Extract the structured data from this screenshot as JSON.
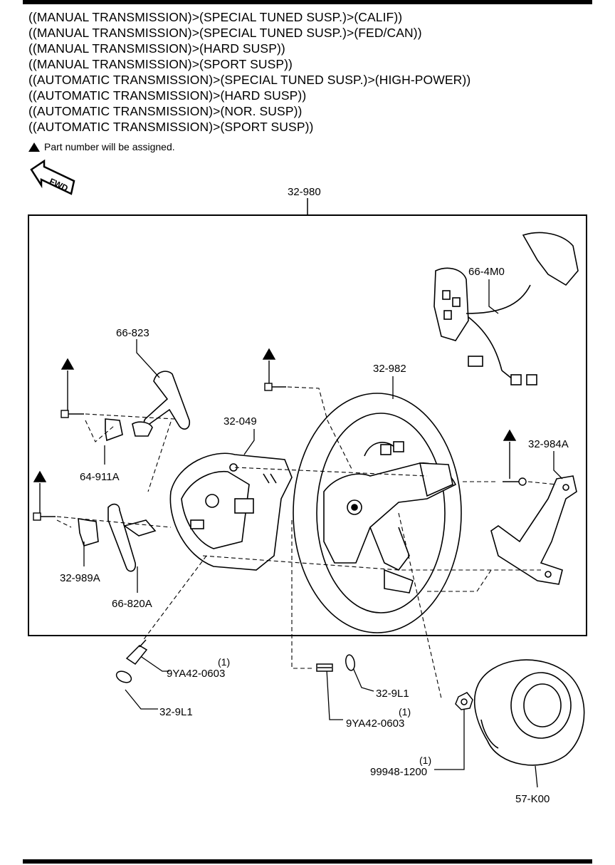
{
  "applicability": [
    "((MANUAL TRANSMISSION)>(SPECIAL TUNED SUSP.)>(CALIF))",
    "((MANUAL TRANSMISSION)>(SPECIAL TUNED SUSP.)>(FED/CAN))",
    "((MANUAL TRANSMISSION)>(HARD SUSP))",
    "((MANUAL TRANSMISSION)>(SPORT SUSP))",
    "((AUTOMATIC TRANSMISSION)>(SPECIAL TUNED SUSP.)>(HIGH-POWER))",
    "((AUTOMATIC TRANSMISSION)>(HARD SUSP))",
    "((AUTOMATIC TRANSMISSION)>(NOR. SUSP))",
    "((AUTOMATIC TRANSMISSION)>(SPORT SUSP))"
  ],
  "note": "Part number will be assigned.",
  "fwd_label": "FWD",
  "parts": {
    "assembly": "32-980",
    "switch_harness": "66-4M0",
    "paddle_upper": "66-823",
    "bracket_upper": "64-911A",
    "cover": "32-049",
    "wheel": "32-982",
    "bracket_right": "32-984A",
    "bracket_lower": "32-989A",
    "paddle_lower": "66-820A",
    "bolt_left": "9YA42-0603",
    "bolt_left_qty": "(1)",
    "cap_left": "32-9L1",
    "cap_mid": "32-9L1",
    "bolt_mid": "9YA42-0603",
    "bolt_mid_qty": "(1)",
    "nut": "99948-1200",
    "nut_qty": "(1)",
    "airbag": "57-K00"
  }
}
